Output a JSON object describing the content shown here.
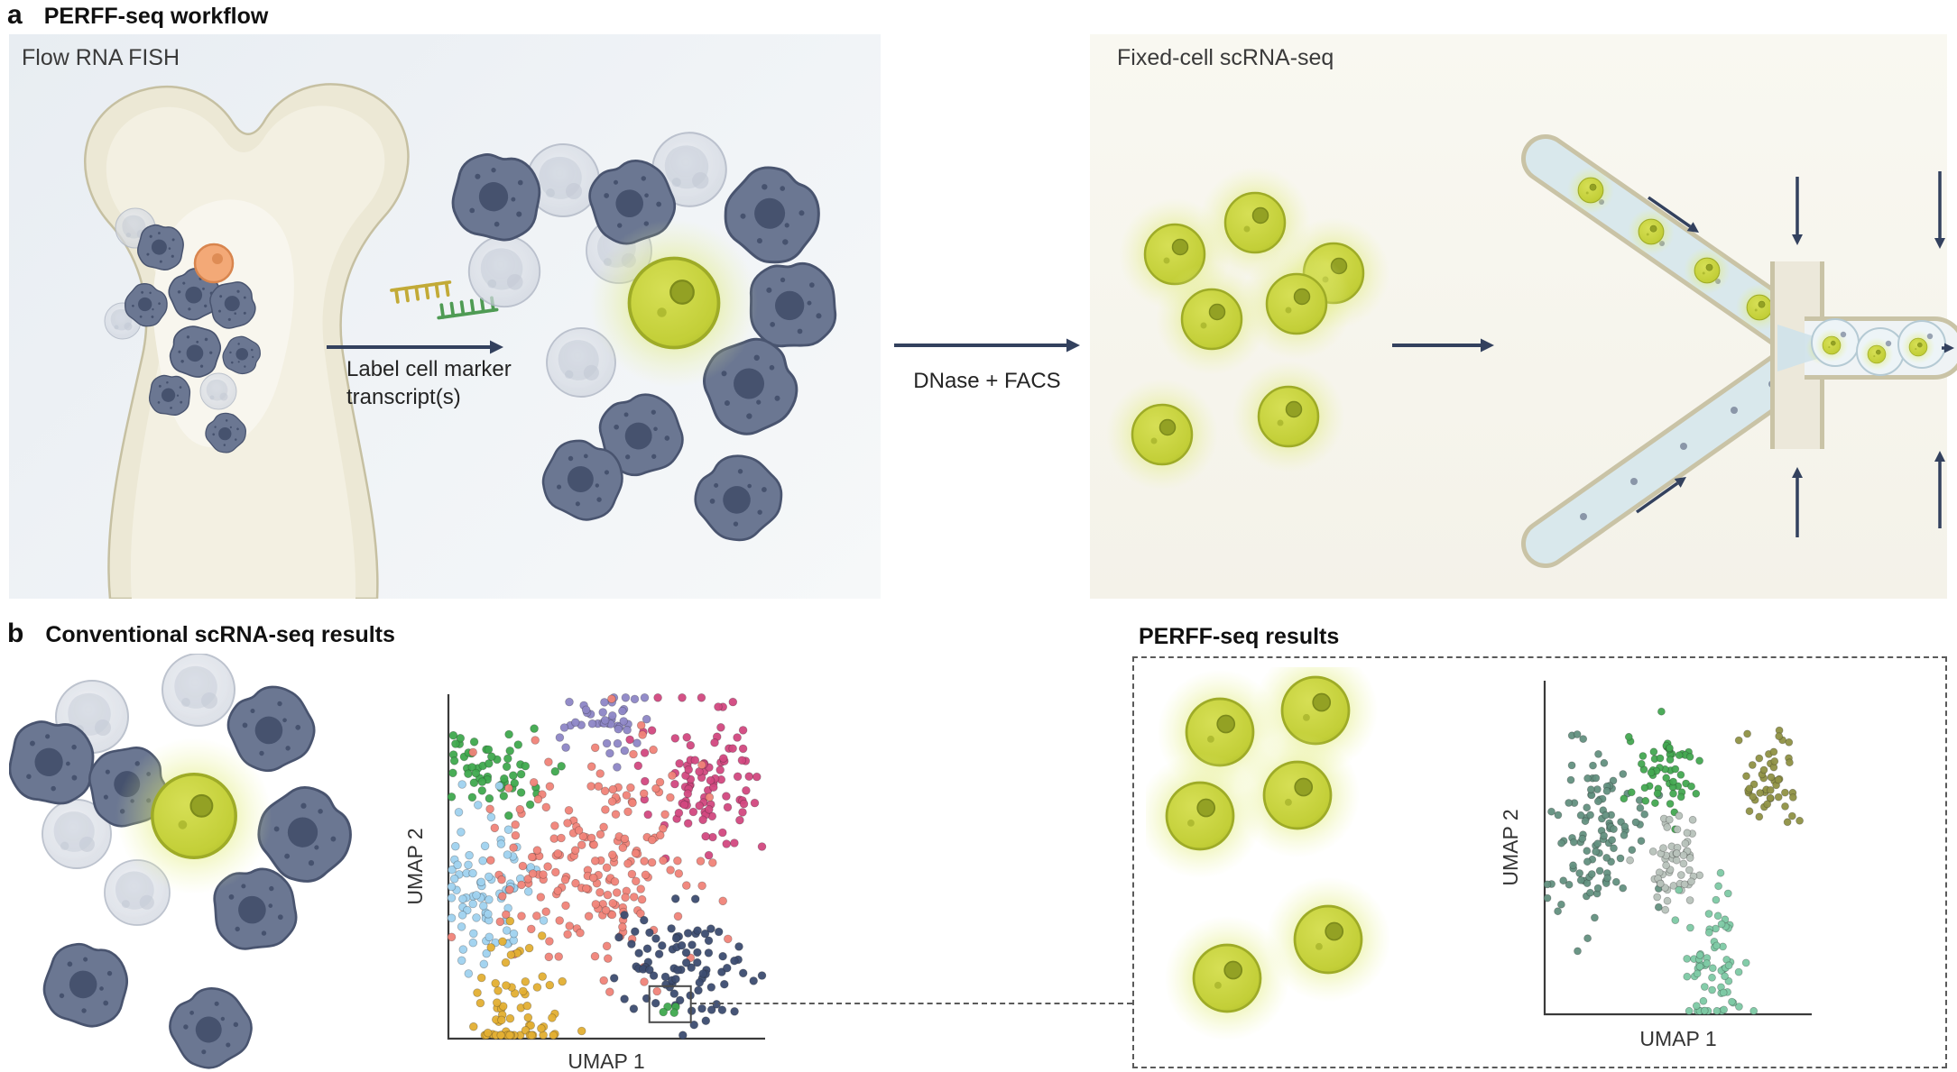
{
  "panel_a": {
    "label": "a",
    "title": "PERFF-seq workflow",
    "flow_fish": {
      "caption": "Flow RNA FISH",
      "probe_arrow_label": [
        "Label cell marker",
        "transcript(s)"
      ]
    },
    "between_arrow_label": "DNase + FACS",
    "fixed_cell": {
      "caption": "Fixed-cell scRNA-seq"
    }
  },
  "panel_b": {
    "label": "b",
    "title": "Conventional scRNA-seq results",
    "perff_title": "PERFF-seq results"
  },
  "chart_data": [
    {
      "type": "scatter",
      "name": "conventional-scrna-seq-umap",
      "xlabel": "UMAP 1",
      "ylabel": "UMAP 2",
      "ticks": "none",
      "grid": false,
      "legend": "none",
      "point_radius": 4.4,
      "axis_range_note": "unlabeled UMAP axes, L-shaped axis lines only",
      "clusters": [
        {
          "name": "green",
          "color": "#3fa94e",
          "center": [
            0.13,
            0.78
          ],
          "spread": [
            0.075,
            0.065
          ],
          "n": 55
        },
        {
          "name": "purple",
          "color": "#8d86c6",
          "center": [
            0.52,
            0.93
          ],
          "spread": [
            0.08,
            0.045
          ],
          "n": 42
        },
        {
          "name": "magenta",
          "color": "#d2487f",
          "center": [
            0.82,
            0.74
          ],
          "spread": [
            0.095,
            0.11
          ],
          "n": 95
        },
        {
          "name": "light-blue",
          "color": "#9fd2ef",
          "center": [
            0.12,
            0.44
          ],
          "spread": [
            0.07,
            0.12
          ],
          "n": 85
        },
        {
          "name": "salmon",
          "color": "#f08378",
          "center": [
            0.45,
            0.52
          ],
          "spread": [
            0.145,
            0.17
          ],
          "n": 200
        },
        {
          "name": "navy",
          "color": "#3c4c70",
          "center": [
            0.73,
            0.22
          ],
          "spread": [
            0.105,
            0.085
          ],
          "n": 85
        },
        {
          "name": "gold",
          "color": "#e3af33",
          "center": [
            0.22,
            0.1
          ],
          "spread": [
            0.065,
            0.085
          ],
          "n": 65
        },
        {
          "name": "rare-green",
          "color": "#3fa94e",
          "center": [
            0.7,
            0.1
          ],
          "spread": [
            0.018,
            0.016
          ],
          "n": 4,
          "boxed": true
        }
      ]
    },
    {
      "type": "scatter",
      "name": "perff-seq-umap",
      "xlabel": "UMAP 1",
      "ylabel": "UMAP 2",
      "ticks": "none",
      "grid": false,
      "legend": "none",
      "point_radius": 4.0,
      "axis_range_note": "unlabeled UMAP axes, L-shaped axis lines only",
      "clusters": [
        {
          "name": "dark-teal",
          "color": "#63907f",
          "center": [
            0.17,
            0.55
          ],
          "spread": [
            0.1,
            0.13
          ],
          "n": 110
        },
        {
          "name": "green",
          "color": "#43a851",
          "center": [
            0.45,
            0.72
          ],
          "spread": [
            0.07,
            0.07
          ],
          "n": 55
        },
        {
          "name": "pale-gray-green",
          "color": "#b7c2ba",
          "center": [
            0.48,
            0.45
          ],
          "spread": [
            0.06,
            0.08
          ],
          "n": 55
        },
        {
          "name": "olive",
          "color": "#8f9145",
          "center": [
            0.82,
            0.7
          ],
          "spread": [
            0.06,
            0.065
          ],
          "n": 48
        },
        {
          "name": "mint",
          "color": "#7dc9a4",
          "center": [
            0.63,
            0.15
          ],
          "spread": [
            0.055,
            0.115
          ],
          "n": 70
        }
      ]
    }
  ],
  "colors": {
    "arrow_navy": "#33415e",
    "green_cell": "#c3cf38",
    "dark_cell": "#6b7792",
    "ghost_cell": "#d3d9e2",
    "orange_cell": "#f3a977",
    "bone": "#ece8d5",
    "flow_box_bg": "#eaeef3",
    "fixed_box_bg": "#f8f6ef",
    "probe_gold": "#c2aa37",
    "probe_green": "#4f9b54"
  }
}
